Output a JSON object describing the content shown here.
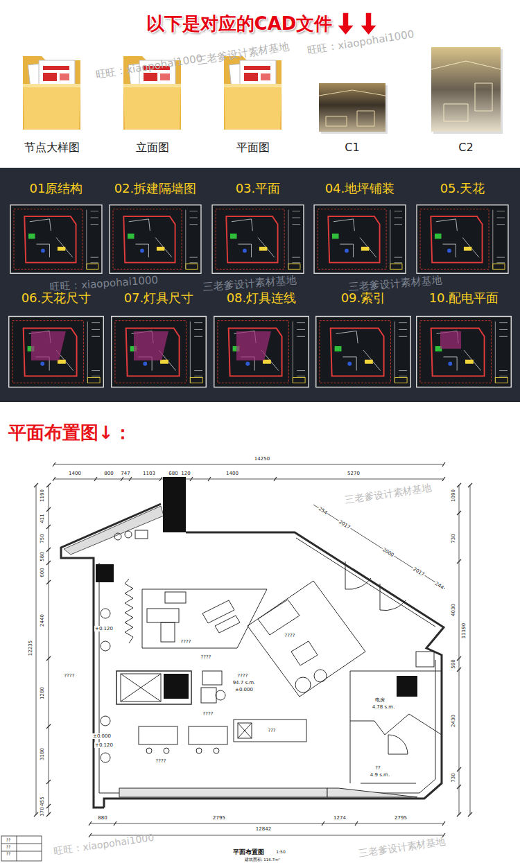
{
  "diagram": {
    "title": "以下是对应的CAD文件",
    "nodes": [
      {
        "text": [
          "节点大样图"
        ]
      },
      {
        "text": [
          "立面图"
        ]
      },
      {
        "text": [
          "平面图"
        ]
      },
      {
        "text": [
          "C1"
        ]
      },
      {
        "text": [
          "C2"
        ]
      },
      {
        "text": [
          "01原结构"
        ]
      },
      {
        "text": [
          "02.拆建隔墙图"
        ]
      },
      {
        "text": [
          "03.平面"
        ]
      },
      {
        "text": [
          "04.地坪铺装"
        ]
      },
      {
        "text": [
          "05.天花"
        ]
      },
      {
        "text": [
          "06.天花尺寸"
        ]
      },
      {
        "text": [
          "07.灯具尺寸"
        ]
      },
      {
        "text": [
          "08.灯具连线"
        ]
      },
      {
        "text": [
          "09.索引"
        ]
      },
      {
        "text": [
          "10.配电平面"
        ]
      }
    ],
    "labels": [
      "平面布置图↓：",
      "旺旺：xiaopohai1000",
      "三老爹设计素材基地",
      "旺旺：xiaopohai1000",
      "旺旺：xiaopohai1000",
      "三老爹设计素材基地",
      "三老爹设计素材基地",
      "三老爹设计素材基地",
      "旺旺：xiaopohai1000",
      "三老爹设计素材基地",
      "14250",
      "1400",
      "800",
      "747",
      "1103",
      "680",
      "120",
      "1400",
      "5270",
      "1190",
      "411",
      "750",
      "580",
      "600",
      "2440",
      "1280",
      "3180",
      "455",
      "370",
      "12235",
      "1090",
      "730",
      "4030",
      "580",
      "2430",
      "730",
      "11190",
      "254",
      "2017",
      "2000",
      "2017",
      "244",
      "880",
      "2795",
      "1274",
      "2795",
      "12842",
      "????",
      "????",
      "????",
      "+0.120",
      "+0.120",
      "±0.000",
      "????",
      "????",
      "????",
      "94.7 s.m.",
      "±0.000",
      "电房",
      "4.78 s.m.",
      "??",
      "4.9 s.m.",
      "???",
      "????",
      "平面布置图",
      "1:50",
      "建筑面积: 116.7m²",
      "??",
      "??",
      "??"
    ]
  }
}
